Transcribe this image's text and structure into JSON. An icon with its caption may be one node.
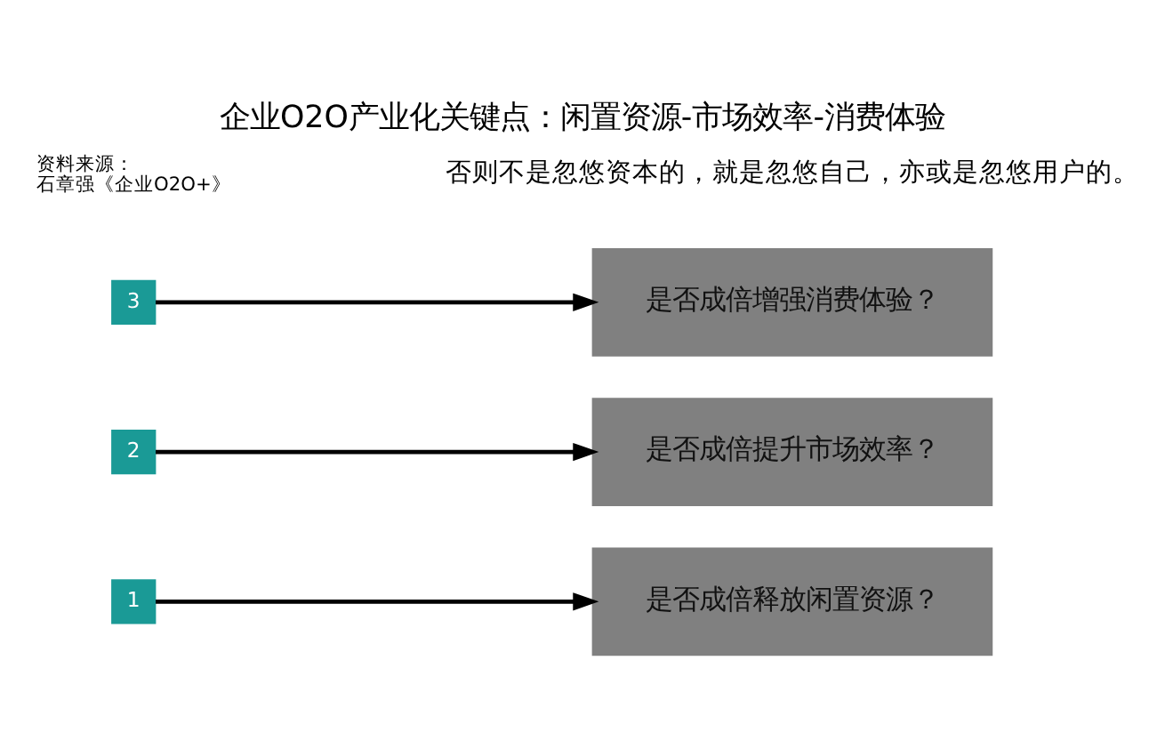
{
  "diagram": {
    "title": "企业O2O产业化关键点：闲置资源-市场效率-消费体验",
    "caption": "否则不是忽悠资本的，就是忽悠自己，亦或是忽悠用户的。",
    "nodes": [
      {
        "text": [
          "1"
        ]
      },
      {
        "text": [
          "2"
        ]
      },
      {
        "text": [
          "3"
        ]
      },
      {
        "text": [
          "是否成倍释放闲置资源？"
        ]
      },
      {
        "text": [
          "是否成倍提升市场效率？"
        ]
      },
      {
        "text": [
          "是否成倍增强消费体验？"
        ]
      }
    ],
    "edges": [
      {
        "from": 0,
        "to": 3,
        "arrow": "to"
      },
      {
        "from": 1,
        "to": 4,
        "arrow": "to"
      },
      {
        "from": 2,
        "to": 5,
        "arrow": "to"
      }
    ],
    "labels": [
      "资料来源：",
      "石章强《企业O2O+》"
    ]
  }
}
